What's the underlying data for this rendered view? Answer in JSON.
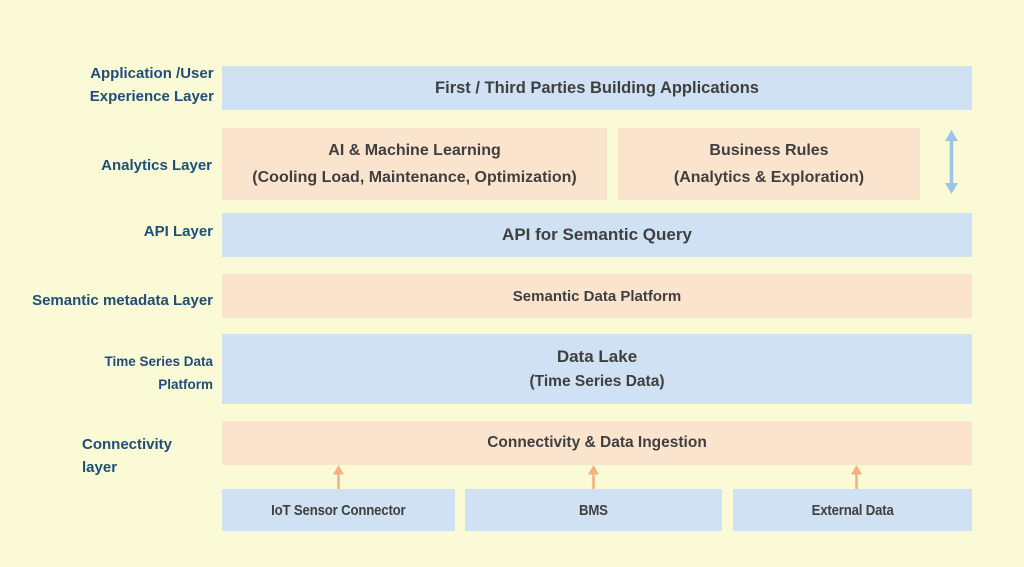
{
  "colors": {
    "background": "#FAFAD6",
    "blue_box": "#CFE1F2",
    "peach_box": "#FBE4CE",
    "label_navy": "#1F4E79",
    "box_text": "#3F3F3F",
    "arrow_blue": "#9DC3E6",
    "arrow_orange": "#F4B183"
  },
  "icons": {
    "analytics_exchange": "vertical-double-arrow-icon",
    "ingestion_flow": "up-arrow-icon"
  },
  "layers": {
    "application": {
      "label": "Application /User\nExperience Layer",
      "box": "First / Third Parties Building Applications"
    },
    "analytics": {
      "label": "Analytics Layer",
      "boxes": [
        {
          "title": "AI & Machine Learning",
          "subtitle": "(Cooling Load, Maintenance, Optimization)"
        },
        {
          "title": "Business Rules",
          "subtitle": "(Analytics & Exploration)"
        }
      ]
    },
    "api": {
      "label": "API Layer",
      "box": "API for Semantic Query"
    },
    "semantic": {
      "label": "Semantic metadata Layer",
      "box": "Semantic Data Platform"
    },
    "timeseries": {
      "label": "Time Series Data\nPlatform",
      "box_title": "Data Lake",
      "box_subtitle": "(Time Series Data)"
    },
    "connectivity": {
      "label": "Connectivity\nlayer",
      "box": "Connectivity & Data Ingestion"
    }
  },
  "sources": [
    "IoT Sensor Connector",
    "BMS",
    "External Data"
  ]
}
